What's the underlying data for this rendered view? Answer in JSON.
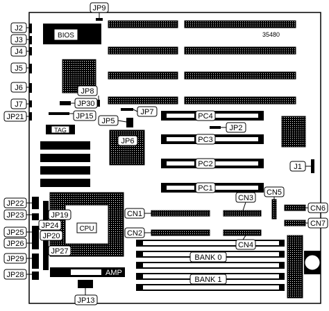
{
  "board": {
    "bios_label": "BIOS",
    "model_number": "35480",
    "tag_label": "TAG",
    "cpu_label": "CPU",
    "amp_label": "AMP",
    "bank_labels": [
      "BANK 0",
      "BANK 1"
    ]
  },
  "callouts": {
    "left": [
      "J2",
      "J3",
      "J4",
      "J5",
      "J6",
      "J7",
      "JP21",
      "JP22",
      "JP23",
      "JP25",
      "JP26",
      "JP29",
      "JP28"
    ],
    "cpu_area": [
      "JP19",
      "JP24",
      "JP20",
      "JP27"
    ],
    "top": [
      "JP9",
      "JP8",
      "JP30",
      "JP15",
      "JP7",
      "JP5",
      "JP6",
      "JP13"
    ],
    "pc_slots": [
      "PC4",
      "PC3",
      "PC2",
      "PC1"
    ],
    "right": [
      "JP2",
      "J1",
      "CN5",
      "CN6",
      "CN7",
      "CN3",
      "CN4",
      "CN1",
      "CN2"
    ]
  }
}
